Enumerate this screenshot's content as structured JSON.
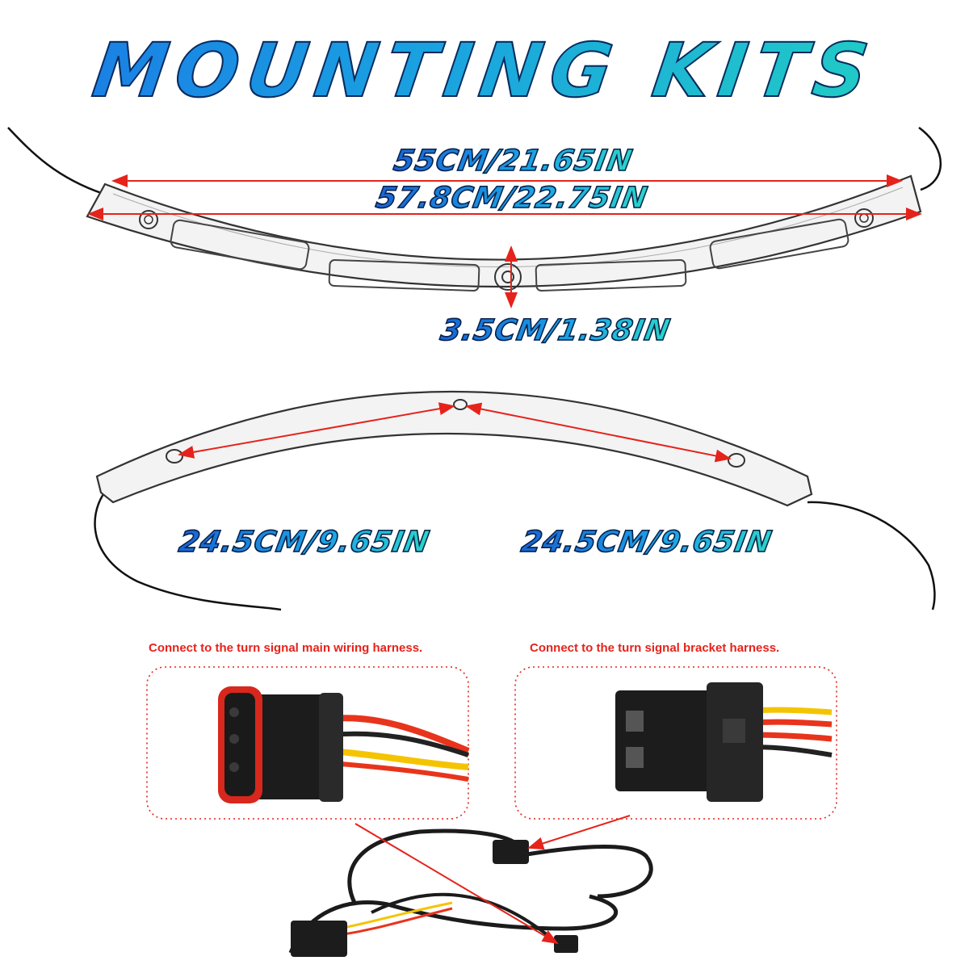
{
  "title": "MOUNTING KITS",
  "top_bracket": {
    "inner_length": "55CM/21.65IN",
    "outer_length": "57.8CM/22.75IN",
    "height": "3.5CM/1.38IN"
  },
  "lower_bracket": {
    "left_span": "24.5CM/9.65IN",
    "right_span": "24.5CM/9.65IN"
  },
  "connectors": {
    "left_caption": "Connect to the turn signal main wiring harness.",
    "right_caption": "Connect to the turn signal bracket harness."
  },
  "colors": {
    "accent_red": "#e5231b",
    "title_gradient_start": "#1a78e6",
    "title_gradient_end": "#22d3c0",
    "wire_red": "#e8341c",
    "wire_yellow": "#f5c400",
    "connector_black": "#1c1c1c"
  }
}
